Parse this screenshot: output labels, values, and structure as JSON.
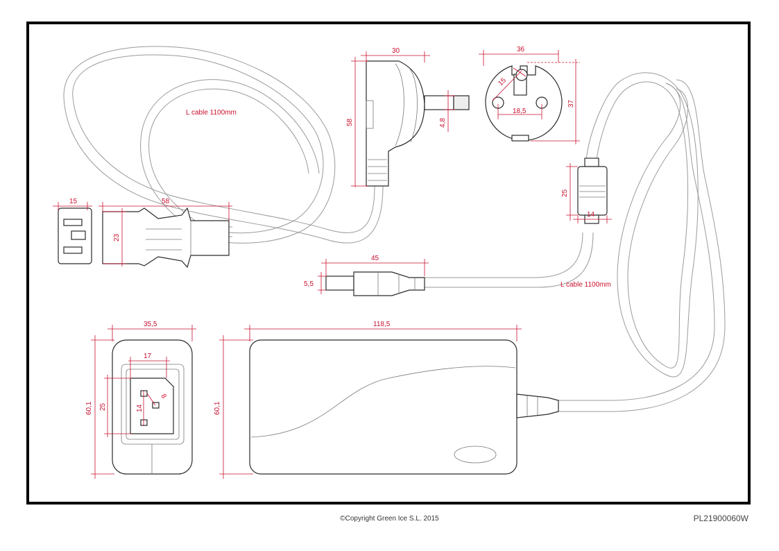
{
  "cable_labels": {
    "upper": "L cable 1100mm",
    "lower": "L cable 1100mm"
  },
  "dimensions": {
    "plug_width": "30",
    "plug_height": "58",
    "pin_diameter": "4,8",
    "face_width": "36",
    "face_height": "37",
    "pin_spacing": "18,5",
    "face_offset": "15",
    "iec_face_width": "15",
    "iec_body_length": "58",
    "iec_body_height": "23",
    "dc_plug_length": "45",
    "dc_plug_diameter": "5,5",
    "ferrite_height": "25",
    "ferrite_width": "14",
    "end_width": "35,5",
    "end_height": "60,1",
    "socket_outer_height": "25",
    "socket_width": "17",
    "socket_inner_height": "14",
    "socket_pin_spacing": "8",
    "body_length": "118,5",
    "body_height": "60,1"
  },
  "footer": {
    "copyright": "©Copyright Green Ice S.L. 2015",
    "part_number": "PL21900060W"
  }
}
